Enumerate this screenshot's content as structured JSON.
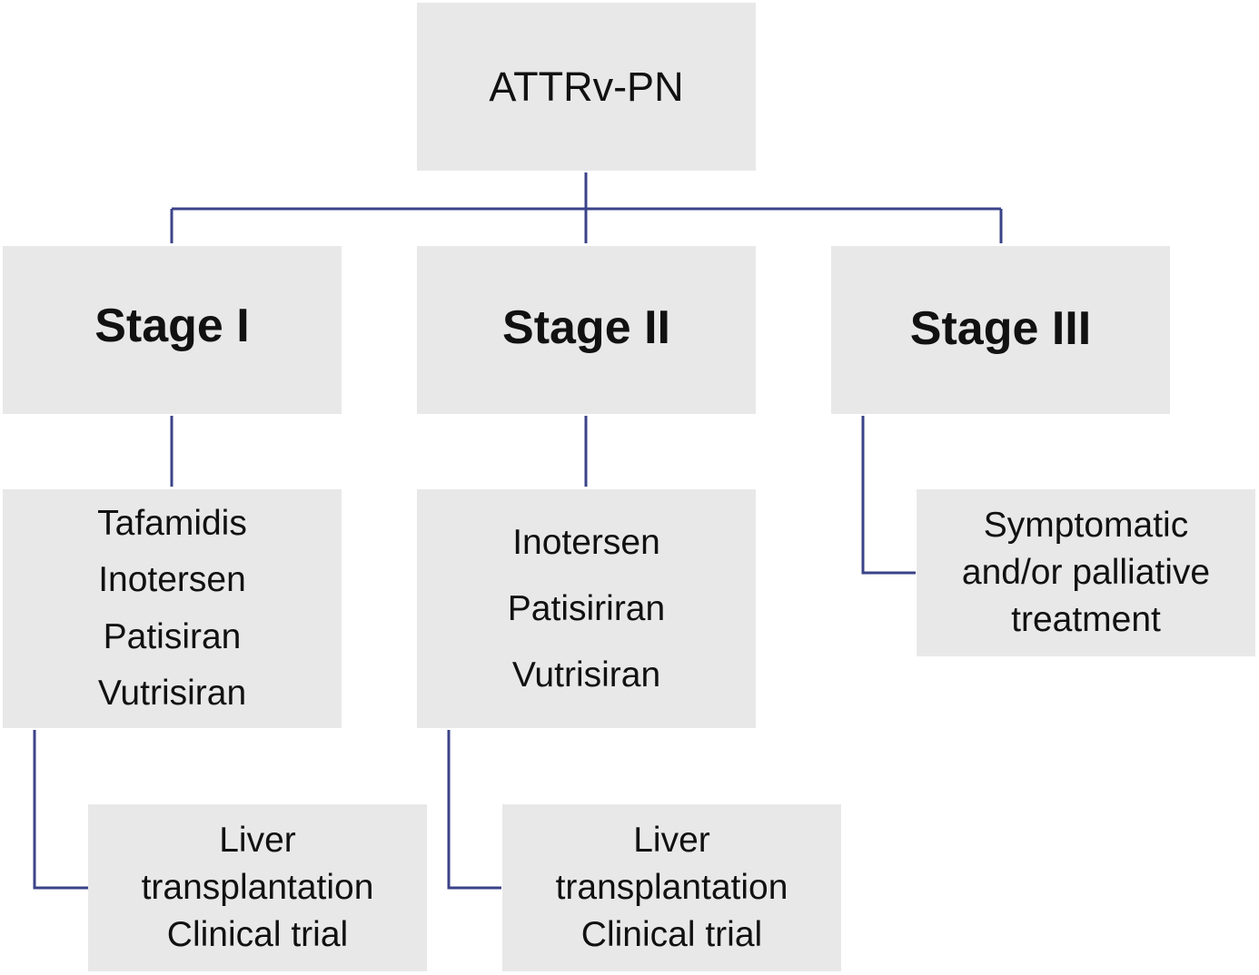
{
  "root": {
    "label": "ATTRv-PN"
  },
  "stages": [
    {
      "label": "Stage I",
      "treatments": [
        "Tafamidis",
        "Inotersen",
        "Patisiran",
        "Vutrisiran"
      ],
      "alternatives": [
        "Liver",
        "transplantation",
        "Clinical trial"
      ]
    },
    {
      "label": "Stage II",
      "treatments": [
        "Inotersen",
        "Patisiriran",
        "Vutrisiran"
      ],
      "alternatives": [
        "Liver",
        "transplantation",
        "Clinical trial"
      ]
    },
    {
      "label": "Stage III",
      "treatments": [
        "Symptomatic",
        "and/or palliative",
        "treatment"
      ]
    }
  ],
  "colors": {
    "box_fill": "#e8e8e9",
    "connector": "#3b4388",
    "text": "#111111",
    "background": "#ffffff"
  }
}
